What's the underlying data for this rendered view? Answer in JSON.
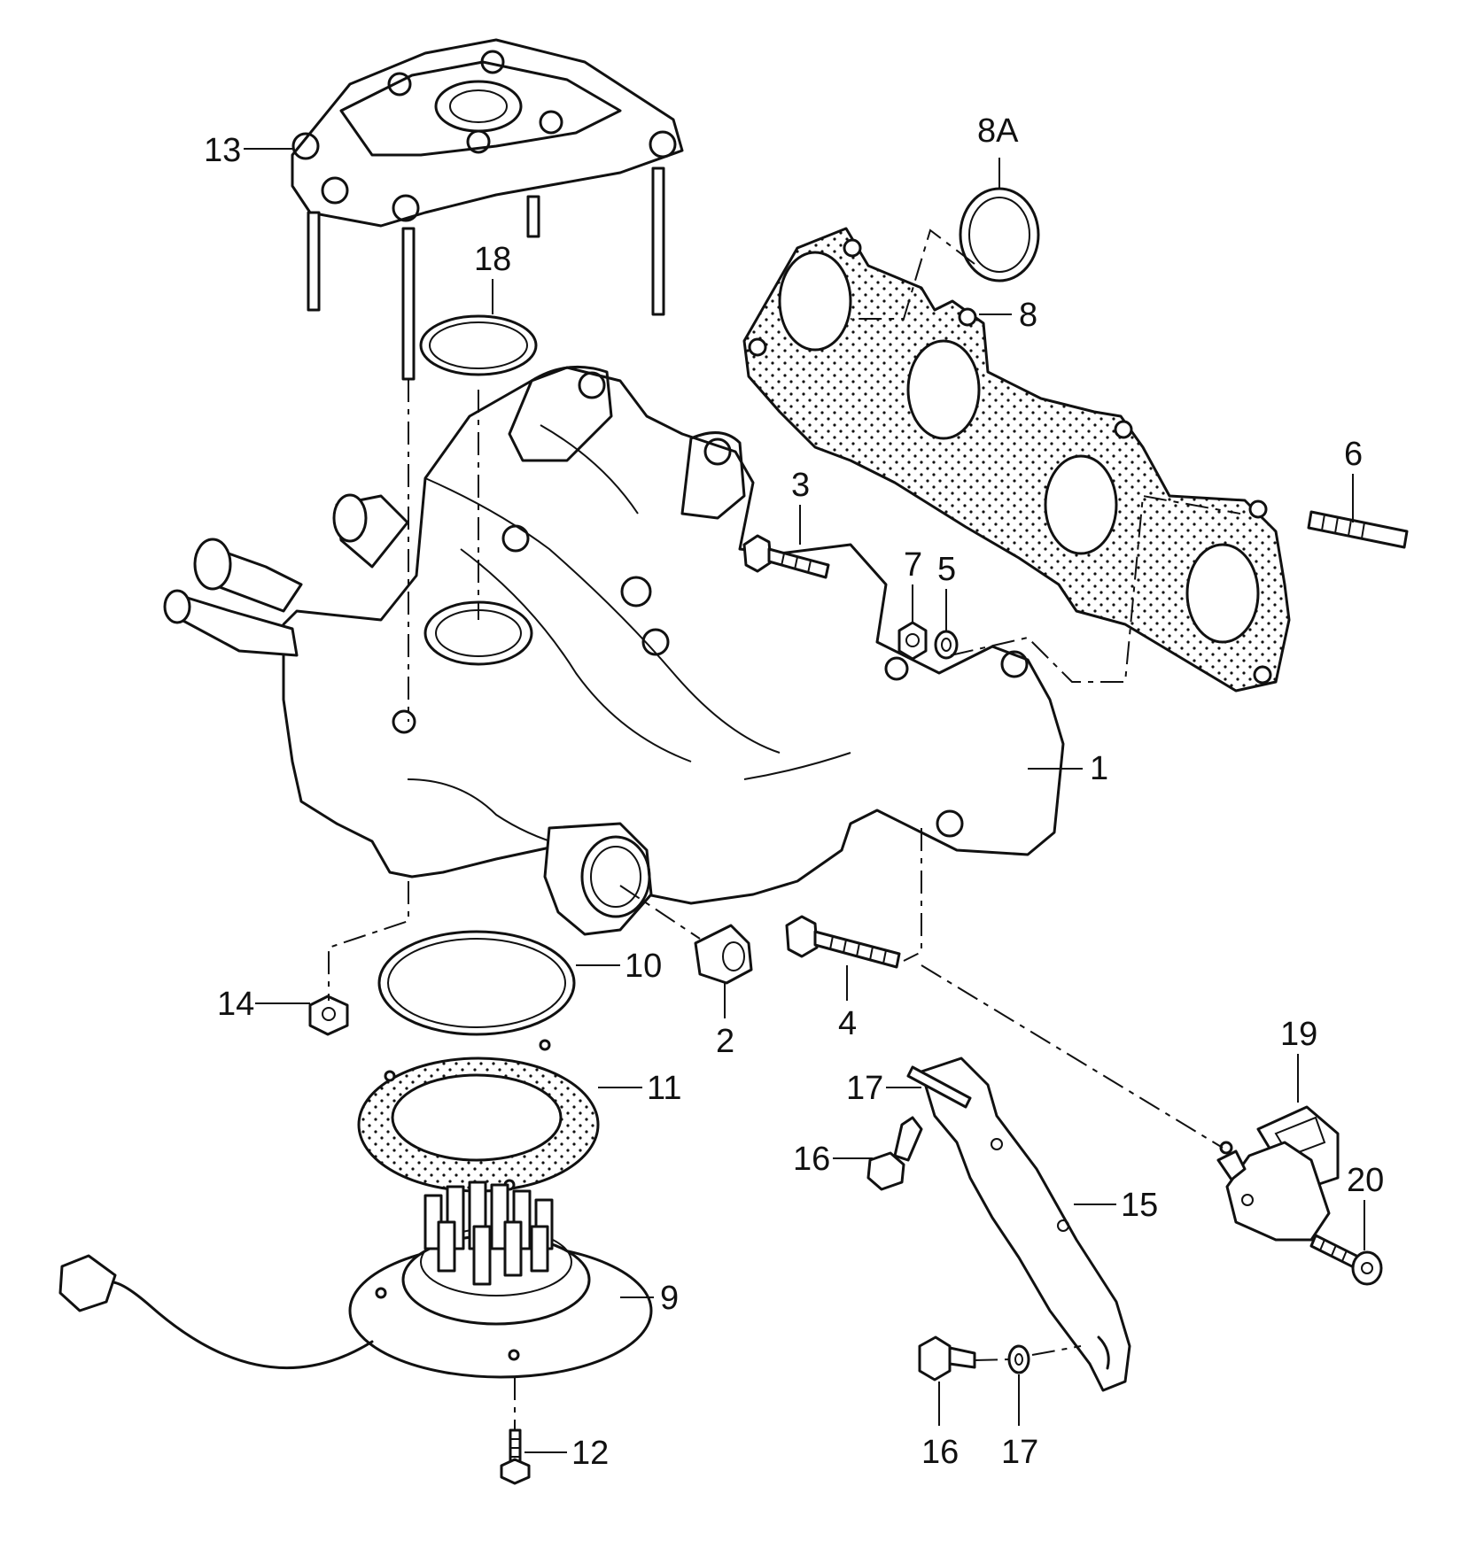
{
  "callouts": {
    "c1": "1",
    "c2": "2",
    "c3": "3",
    "c4": "4",
    "c5": "5",
    "c6": "6",
    "c7": "7",
    "c8": "8",
    "c8a": "8A",
    "c9": "9",
    "c10": "10",
    "c11": "11",
    "c12": "12",
    "c13": "13",
    "c14": "14",
    "c15": "15",
    "c16a": "16",
    "c16b": "16",
    "c17a": "17",
    "c17b": "17",
    "c18": "18",
    "c19": "19",
    "c20": "20"
  }
}
